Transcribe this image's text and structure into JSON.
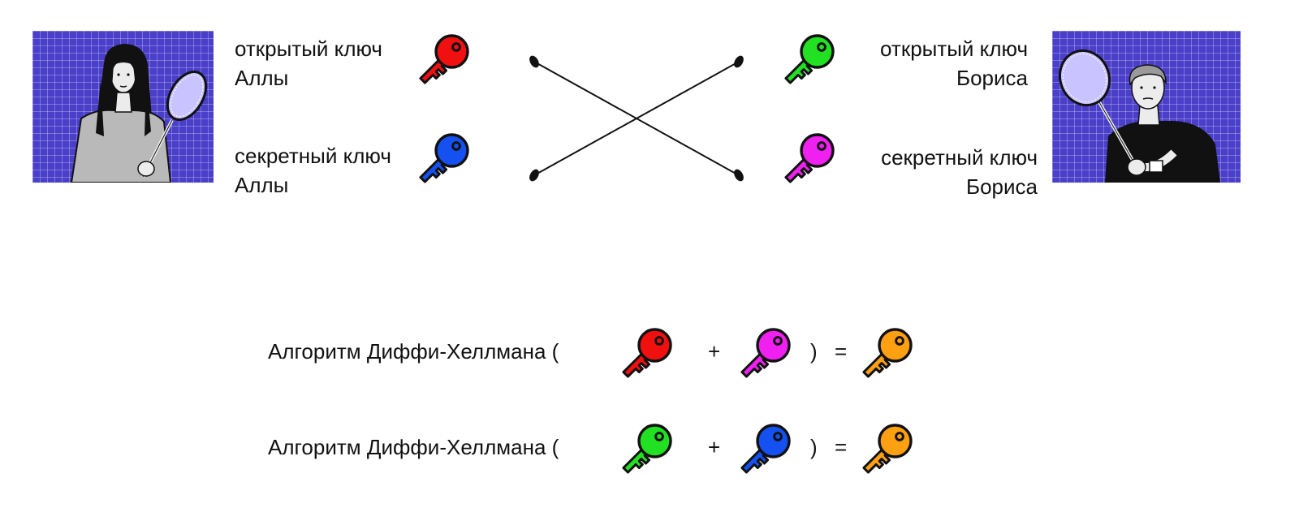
{
  "colors": {
    "red": "#f01010",
    "blue": "#1550f0",
    "green": "#22e022",
    "magenta": "#f020f0",
    "orange": "#ffa012",
    "portrait_bg": "#4a3fc9"
  },
  "alice": {
    "public_key_label": [
      "открытый ключ",
      "Аллы"
    ],
    "secret_key_label": [
      "секретный ключ",
      "Аллы"
    ],
    "public_key_color": "red",
    "secret_key_color": "blue"
  },
  "boris": {
    "public_key_label": [
      "открытый ключ",
      "Бориса"
    ],
    "secret_key_label": [
      "секретный ключ",
      "Бориса"
    ],
    "public_key_color": "green",
    "secret_key_color": "magenta"
  },
  "formulas": [
    {
      "name": "Алгоритм Диффи-Хеллмана (",
      "operand1_color": "red",
      "plus": "+",
      "operand2_color": "magenta",
      "close": ")",
      "equals": "=",
      "result_color": "orange"
    },
    {
      "name": "Алгоритм Диффи-Хеллмана (",
      "operand1_color": "green",
      "plus": "+",
      "operand2_color": "blue",
      "close": ")",
      "equals": "=",
      "result_color": "orange"
    }
  ]
}
